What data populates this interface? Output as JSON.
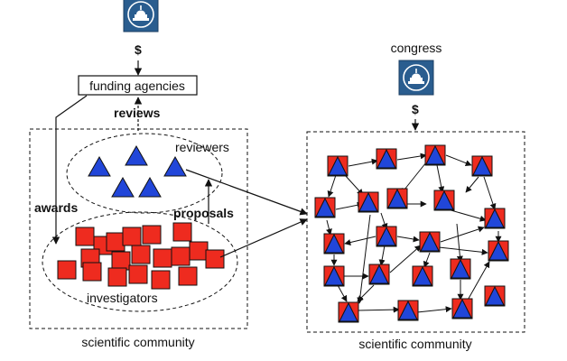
{
  "labels": {
    "congress": "congress",
    "dollar": "$",
    "funding_agencies": "funding agencies",
    "reviews": "reviews",
    "reviewers": "reviewers",
    "awards": "awards",
    "proposals": "proposals",
    "investigators": "investigators",
    "scientific_community": "scientific community"
  },
  "colors": {
    "node_red": "#ee2b1f",
    "node_blue": "#2146d9",
    "seal_blue": "#2a5d8f",
    "line": "#111111"
  },
  "icons": {
    "congress_seal": "capitol-dome-icon"
  }
}
